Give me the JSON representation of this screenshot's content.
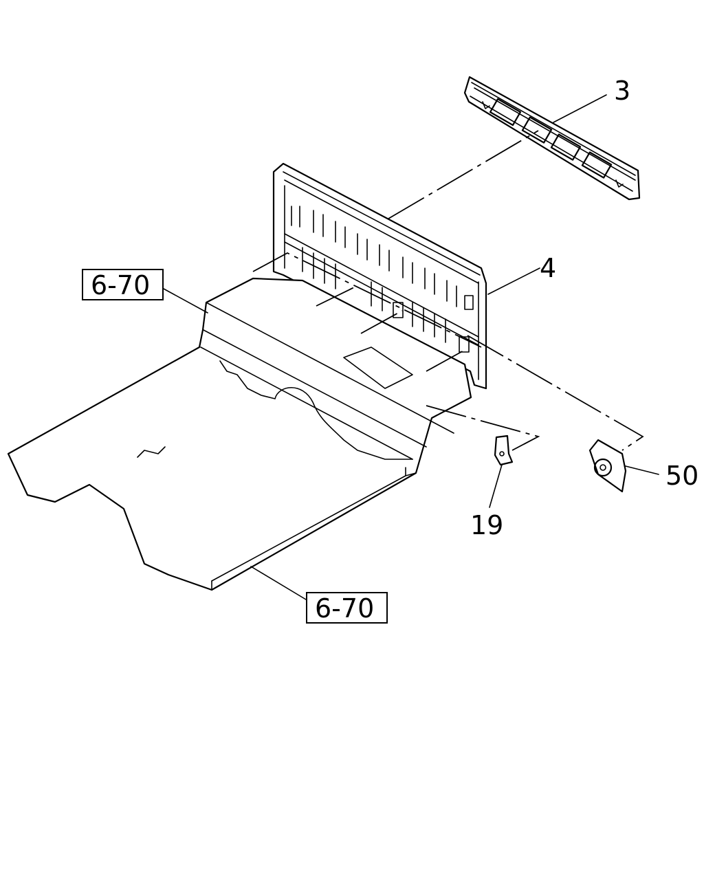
{
  "callouts": {
    "part_3": "3",
    "part_4": "4",
    "part_19": "19",
    "part_50": "50",
    "ref_upper": "6-70",
    "ref_lower": "6-70"
  }
}
